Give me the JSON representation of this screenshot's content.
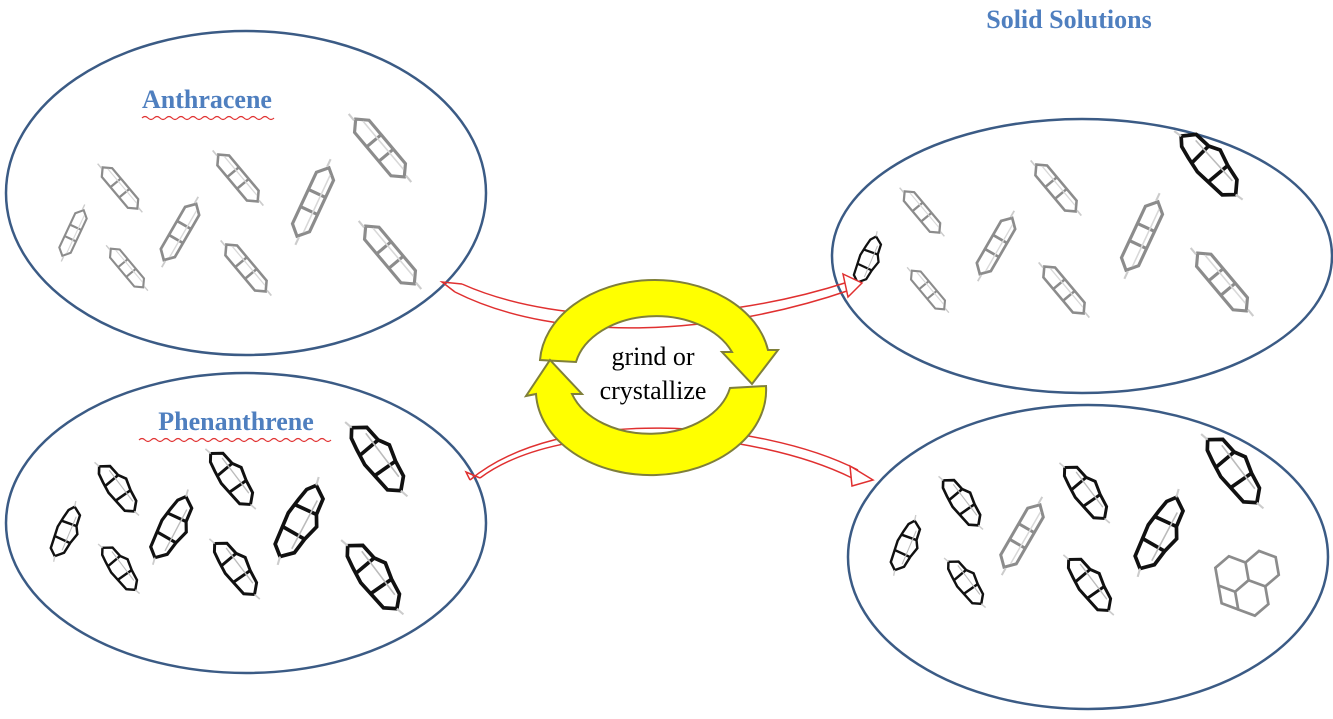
{
  "labels": {
    "solid_solutions": "Solid Solutions",
    "anthracene": "Anthracene",
    "phenanthrene": "Phenanthrene",
    "center_line1": "grind or",
    "center_line2": "crystallize"
  },
  "colors": {
    "ellipse_stroke": "#3b5b85",
    "title_blue": "#4f7fbf",
    "cycle_fill": "#ffff00",
    "cycle_stroke": "#7f7f3a",
    "arrow_red": "#e03030",
    "molecule_gray": "#8c8c8c",
    "molecule_black": "#111111"
  },
  "icons": {
    "molecule": "molecule-icon",
    "cycle": "cycle-arrows-icon"
  }
}
